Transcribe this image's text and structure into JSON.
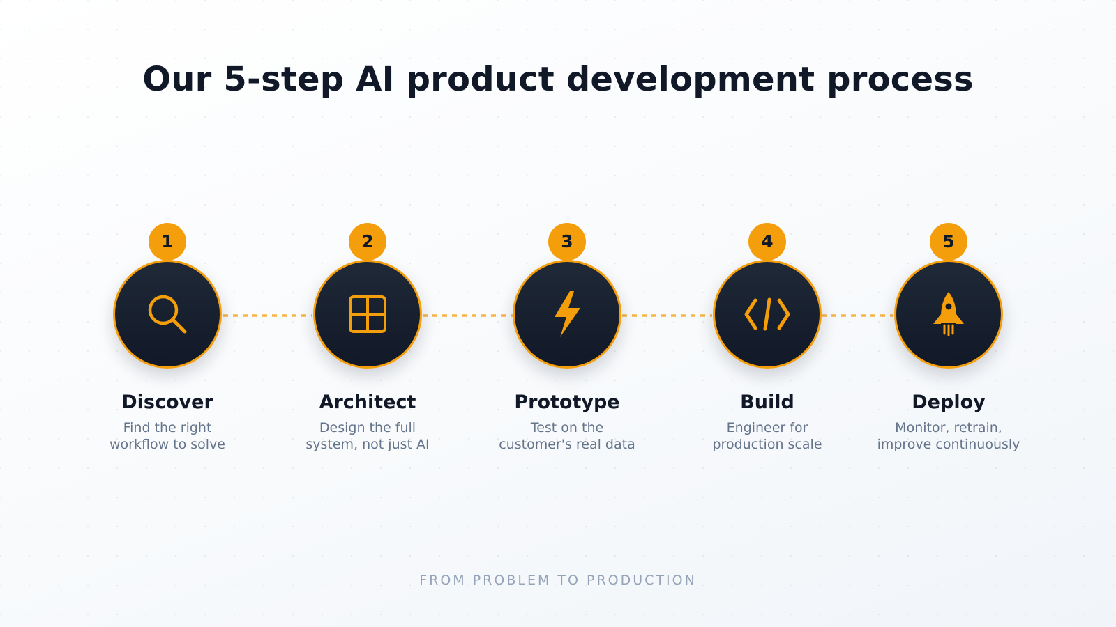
{
  "title": "Our 5-step AI product development process",
  "footer": "FROM PROBLEM TO PRODUCTION",
  "colors": {
    "accent": "#f59e0b",
    "circle_fill": "#111827",
    "heading": "#111827",
    "muted": "#64748b",
    "footer": "#94a3b8"
  },
  "steps": [
    {
      "number": "1",
      "name": "Discover",
      "icon": "search-icon",
      "desc": [
        "Find the right",
        "workflow to solve"
      ]
    },
    {
      "number": "2",
      "name": "Architect",
      "icon": "grid-icon",
      "desc": [
        "Design the full",
        "system, not just AI"
      ]
    },
    {
      "number": "3",
      "name": "Prototype",
      "icon": "lightning-icon",
      "desc": [
        "Test on the",
        "customer's real data"
      ]
    },
    {
      "number": "4",
      "name": "Build",
      "icon": "code-icon",
      "desc": [
        "Engineer for",
        "production scale"
      ]
    },
    {
      "number": "5",
      "name": "Deploy",
      "icon": "rocket-icon",
      "desc": [
        "Monitor, retrain,",
        "improve continuously"
      ]
    }
  ]
}
